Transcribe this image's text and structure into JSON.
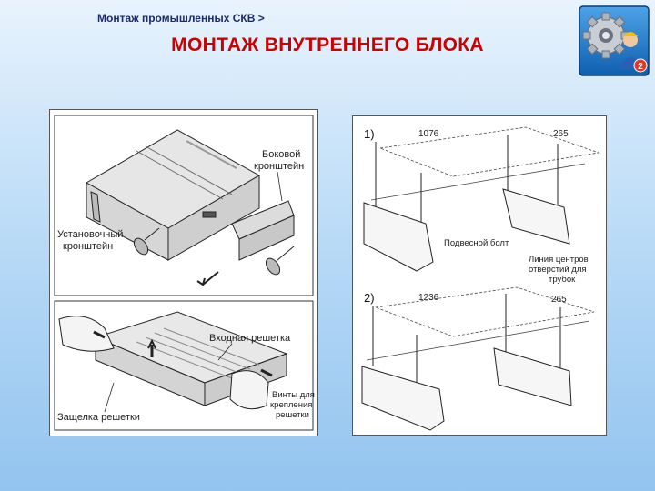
{
  "header": {
    "breadcrumb": "Монтаж промышленных СКВ >",
    "title": "МОНТАЖ ВНУТРЕННЕГО БЛОКА"
  },
  "logo": {
    "icon": "gear-worker-logo-icon",
    "badge": "2"
  },
  "left_panel": {
    "top": {
      "label_side_bracket_1": "Боковой",
      "label_side_bracket_2": "кронштейн",
      "label_mount_bracket_1": "Установочный",
      "label_mount_bracket_2": "кронштейн"
    },
    "bottom": {
      "label_intake_grille": "Входная решетка",
      "label_grille_latch": "Защелка решетки",
      "label_screws_1": "Винты для",
      "label_screws_2": "крепления",
      "label_screws_3": "решетки"
    }
  },
  "right_panel": {
    "step1": {
      "number": "1)",
      "dim_main": "1076",
      "dim_side": "265",
      "label_bolt": "Подвесной болт",
      "label_centers_1": "Линия центров",
      "label_centers_2": "отверстий для",
      "label_centers_3": "трубок"
    },
    "step2": {
      "number": "2)",
      "dim_main": "1236",
      "dim_side": "265"
    }
  },
  "colors": {
    "title": "#cc0000",
    "breadcrumb": "#1a2a6c",
    "frame": "#555555"
  }
}
